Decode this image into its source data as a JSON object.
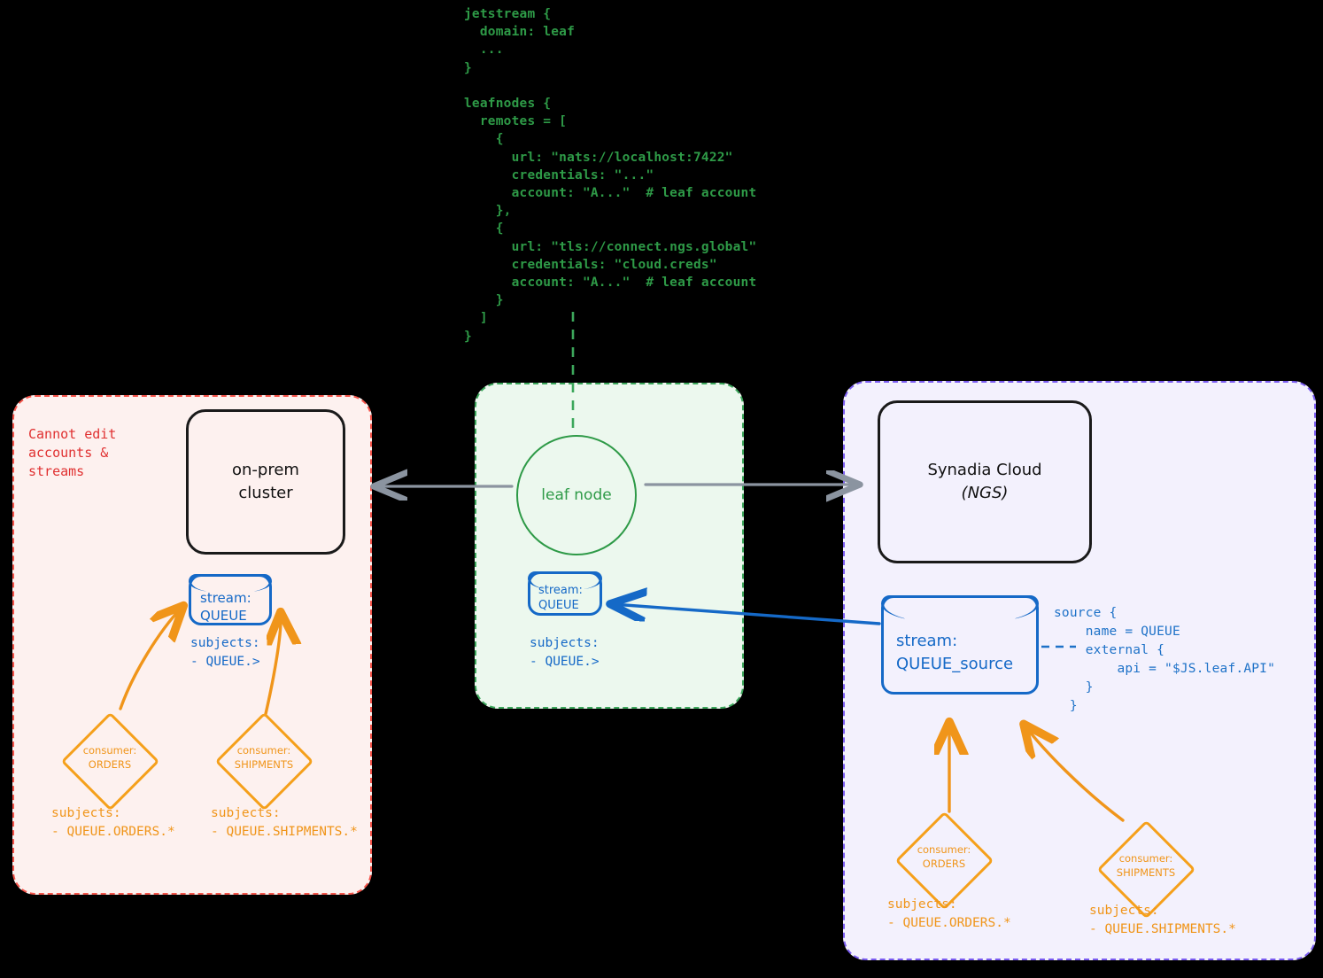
{
  "config_leaf": "jetstream {\n  domain: leaf\n  ...\n}\n\nleafnodes {\n  remotes = [\n    {\n      url: \"nats://localhost:7422\"\n      credentials: \"...\"\n      account: \"A...\"  # leaf account\n    },\n    {\n      url: \"tls://connect.ngs.global\"\n      credentials: \"cloud.creds\"\n      account: \"A...\"  # leaf account\n    }\n  ]\n}",
  "config_source": "source {\n    name = QUEUE\n    external {\n        api = \"$JS.leaf.API\"\n    }\n  }",
  "panels": {
    "onprem": {
      "note": "Cannot edit\naccounts &\nstreams",
      "border_color": "#f4544a",
      "fill_color": "#fdf1ef"
    },
    "leaf": {
      "border_color": "#3ca75b",
      "fill_color": "#ecf8ee"
    },
    "cloud": {
      "border_color": "#7a5cf0",
      "fill_color": "#f3f1fd"
    }
  },
  "boxes": {
    "onprem_cluster": "on-prem\ncluster",
    "leaf_node": "leaf node",
    "synadia_cloud_line1": "Synadia Cloud",
    "synadia_cloud_line2": "(NGS)"
  },
  "streams": {
    "onprem": {
      "label": "stream:\nQUEUE",
      "subjects": "subjects:\n- QUEUE.>"
    },
    "leaf": {
      "label": "stream:\nQUEUE",
      "subjects": "subjects:\n- QUEUE.>"
    },
    "cloud": {
      "label": "stream:\nQUEUE_source"
    }
  },
  "consumers": {
    "onprem": [
      {
        "label": "consumer:\nORDERS",
        "subjects": "subjects:\n- QUEUE.ORDERS.*"
      },
      {
        "label": "consumer:\nSHIPMENTS",
        "subjects": "subjects:\n- QUEUE.SHIPMENTS.*"
      }
    ],
    "cloud": [
      {
        "label": "consumer:\nORDERS",
        "subjects": "subjects:\n- QUEUE.ORDERS.*"
      },
      {
        "label": "consumer:\nSHIPMENTS",
        "subjects": "subjects:\n- QUEUE.SHIPMENTS.*"
      }
    ]
  },
  "colors": {
    "code_green": "#2e9a47",
    "code_blue": "#1e72c8",
    "stream_blue": "#1569c7",
    "consumer_orange": "#f0951a",
    "arrow_gray": "#8b94a0",
    "note_red": "#e03030"
  }
}
